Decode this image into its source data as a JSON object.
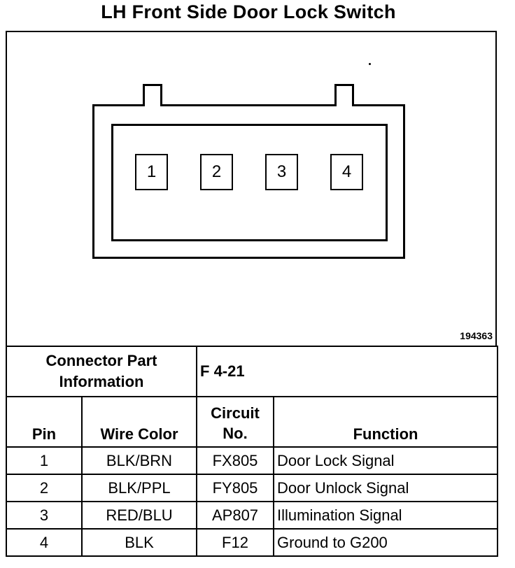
{
  "title": "LH Front Side Door Lock Switch",
  "diagram": {
    "pins": [
      "1",
      "2",
      "3",
      "4"
    ],
    "figure_number": "194363"
  },
  "connector_info": {
    "label_line1": "Connector Part",
    "label_line2": "Information",
    "value": "F 4-21"
  },
  "table": {
    "headers": {
      "pin": "Pin",
      "wire_color": "Wire Color",
      "circuit_line1": "Circuit",
      "circuit_line2": "No.",
      "function": "Function"
    },
    "rows": [
      {
        "pin": "1",
        "wire_color": "BLK/BRN",
        "circuit": "FX805",
        "function": "Door Lock Signal"
      },
      {
        "pin": "2",
        "wire_color": "BLK/PPL",
        "circuit": "FY805",
        "function": "Door Unlock Signal"
      },
      {
        "pin": "3",
        "wire_color": "RED/BLU",
        "circuit": "AP807",
        "function": "Illumination Signal"
      },
      {
        "pin": "4",
        "wire_color": "BLK",
        "circuit": "F12",
        "function": "Ground to G200"
      }
    ]
  }
}
